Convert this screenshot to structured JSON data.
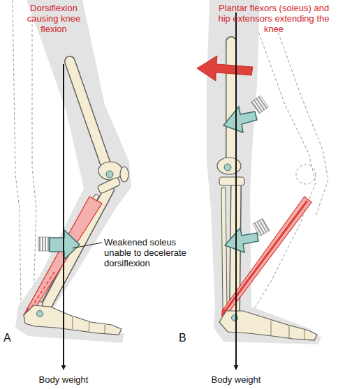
{
  "diagram": {
    "labels": [
      "Dorsiflexion causing knee flexion",
      "Plantar flexors (soleus) and hip extensors extending the knee",
      "Weakened soleus unable to decelerate dorsiflexion",
      "A",
      "B",
      "Body weight",
      "Body weight"
    ]
  }
}
